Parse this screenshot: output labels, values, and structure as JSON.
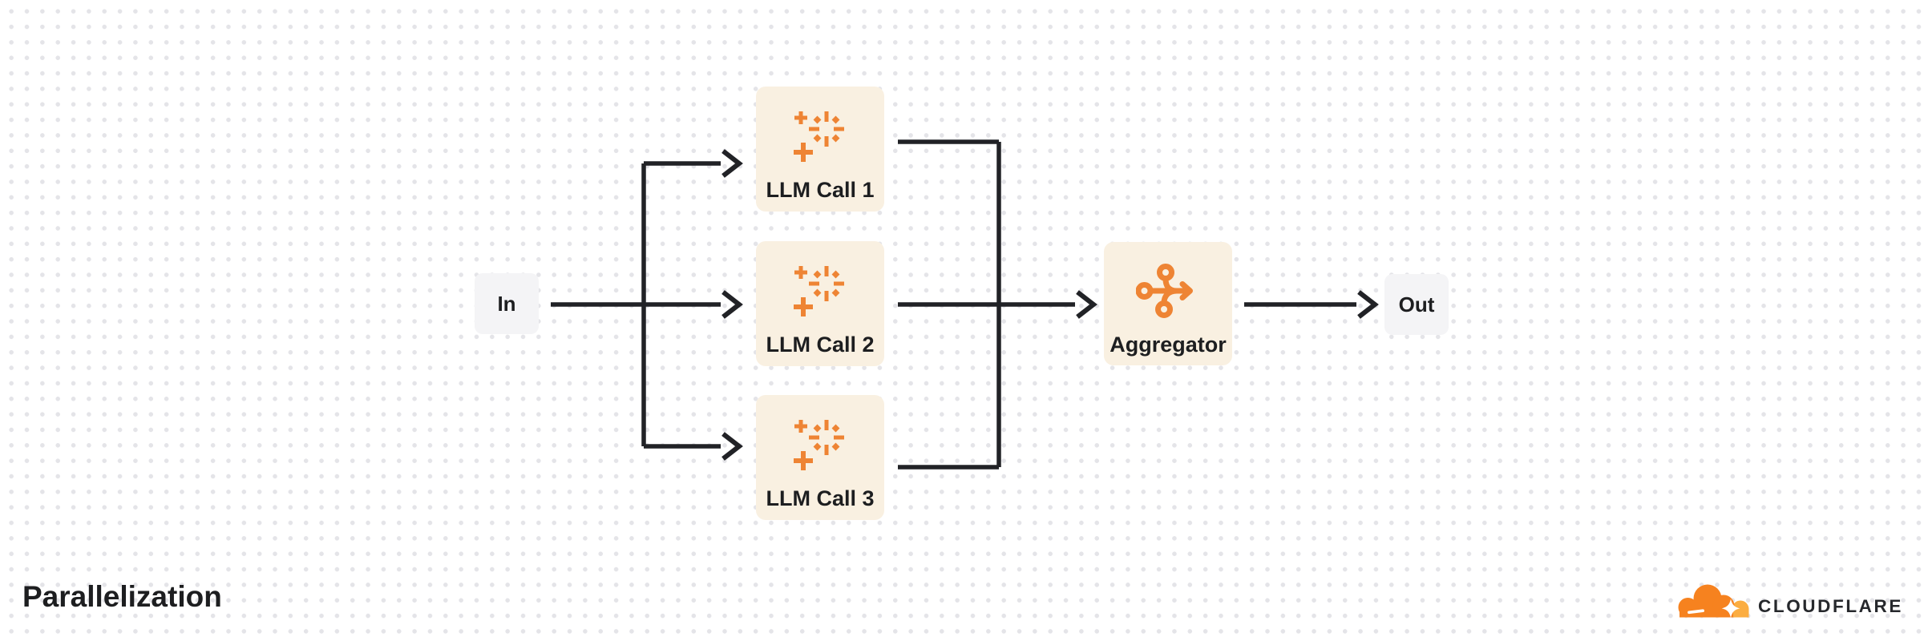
{
  "diagram": {
    "title": "Parallelization",
    "type": "workflow-pattern-flowchart",
    "nodes": {
      "input": {
        "label": "In",
        "icon": null
      },
      "llm_calls": [
        {
          "label": "LLM Call 1",
          "icon": "ai-sparkle-icon"
        },
        {
          "label": "LLM Call 2",
          "icon": "ai-sparkle-icon"
        },
        {
          "label": "LLM Call 3",
          "icon": "ai-sparkle-icon"
        }
      ],
      "aggregator": {
        "label": "Aggregator",
        "icon": "merge-arrow-icon"
      },
      "output": {
        "label": "Out",
        "icon": null
      }
    },
    "edges": [
      "In -> LLM Call 1",
      "In -> LLM Call 2",
      "In -> LLM Call 3",
      "LLM Call 1 -> Aggregator",
      "LLM Call 2 -> Aggregator",
      "LLM Call 3 -> Aggregator",
      "Aggregator -> Out"
    ]
  },
  "branding": {
    "wordmark": "CLOUDFLARE",
    "logo": "cloudflare-cloud-logo"
  },
  "colors": {
    "node_fill_cream": "#f9f0e1",
    "node_fill_gray": "#f4f4f6",
    "icon_orange": "#ee8434",
    "connector_dark": "#212226",
    "text_dark": "#1d1e20",
    "dot_grid": "#e4e4e8",
    "cloudflare_orange": "#f6821f",
    "cloudflare_light_orange": "#fbad41"
  }
}
